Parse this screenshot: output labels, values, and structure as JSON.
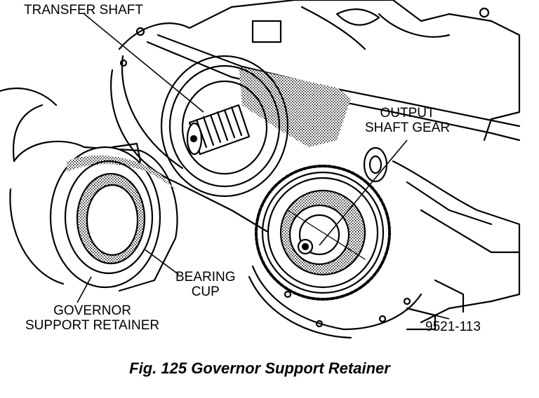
{
  "labels": {
    "transfer_shaft": "TRANSFER SHAFT",
    "output_shaft_gear": [
      "OUTPUT",
      "SHAFT GEAR"
    ],
    "bearing_cup": [
      "BEARING",
      "CUP"
    ],
    "governor_support_retainer": [
      "GOVERNOR",
      "SUPPORT RETAINER"
    ],
    "part_number": "9521-113"
  },
  "caption": "Fig. 125 Governor Support Retainer",
  "colors": {
    "line": "#000000",
    "background": "#ffffff",
    "shade": "#9a9a9a"
  }
}
